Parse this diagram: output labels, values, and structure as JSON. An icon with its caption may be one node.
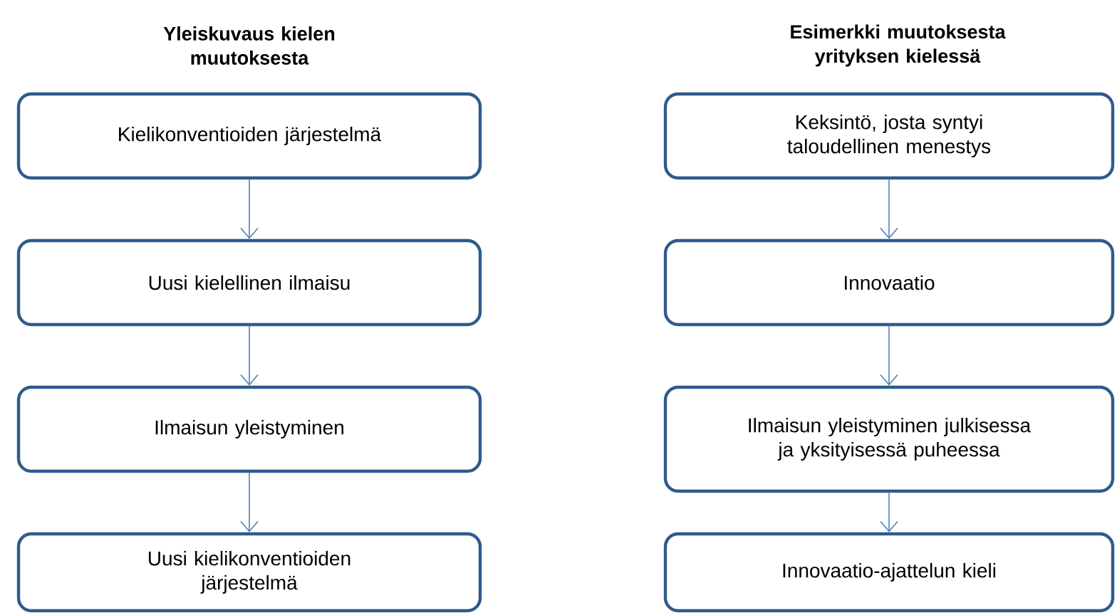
{
  "diagram": {
    "nodes": [
      {
        "text": [
          "Kielikonventioiden järjestelmä"
        ]
      },
      {
        "text": [
          "Uusi kielellinen ilmaisu"
        ]
      },
      {
        "text": [
          "Ilmaisun yleistyminen"
        ]
      },
      {
        "text": [
          "Uusi kielikonventioiden järjestelmä"
        ]
      },
      {
        "text": [
          "Keksintö, josta syntyi taloudellinen menestys"
        ]
      },
      {
        "text": [
          "Innovaatio"
        ]
      },
      {
        "text": [
          "Ilmaisun yleistyminen julkisessa ja yksityisessä puheessa"
        ]
      },
      {
        "text": [
          "Innovaatio-ajattelun kieli"
        ]
      }
    ],
    "edges": [
      {
        "from": 0,
        "to": 1,
        "arrow": "to"
      },
      {
        "from": 1,
        "to": 2,
        "arrow": "to"
      },
      {
        "from": 2,
        "to": 3,
        "arrow": "to"
      },
      {
        "from": 4,
        "to": 5,
        "arrow": "to"
      },
      {
        "from": 5,
        "to": 6,
        "arrow": "to"
      },
      {
        "from": 6,
        "to": 7,
        "arrow": "to"
      }
    ],
    "labels": [
      "Yleiskuvaus kielen muutoksesta",
      "Esimerkki muutoksesta yrityksen kielessä"
    ]
  }
}
